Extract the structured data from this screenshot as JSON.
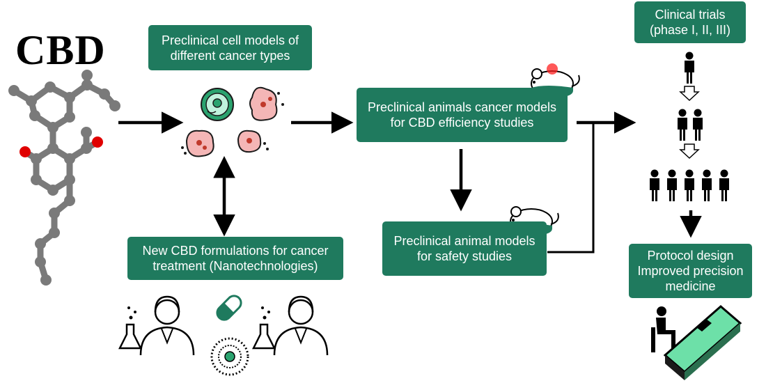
{
  "title": "CBD",
  "boxes": {
    "cell_models": "Preclinical cell models of\ndifferent cancer types",
    "formulations": "New CBD formulations for cancer\ntreatment (Nanotechnologies)",
    "efficiency_models": "Preclinical animals cancer models\nfor CBD efficiency studies",
    "safety_models": "Preclinical animal models\nfor safety studies",
    "clinical_trials": "Clinical trials\n(phase I, II, III)",
    "protocol_design": "Protocol design\nImproved precision\nmedicine"
  },
  "colors": {
    "box_fill": "#1f7a5e",
    "box_text": "#ffffff",
    "arrow": "#000000",
    "atom_carbon": "#7a7a7a",
    "atom_oxygen": "#e00000",
    "cell_green": "#2aa36f",
    "cell_pink": "#f4b6b6",
    "hospital_bed": "#6de0a8"
  },
  "icons": [
    "cbd-molecule-icon",
    "cancer-cell-icon",
    "lab-mouse-icon",
    "person-icon",
    "scientist-icon",
    "capsule-icon",
    "nanoparticle-icon",
    "hospital-bed-icon"
  ]
}
